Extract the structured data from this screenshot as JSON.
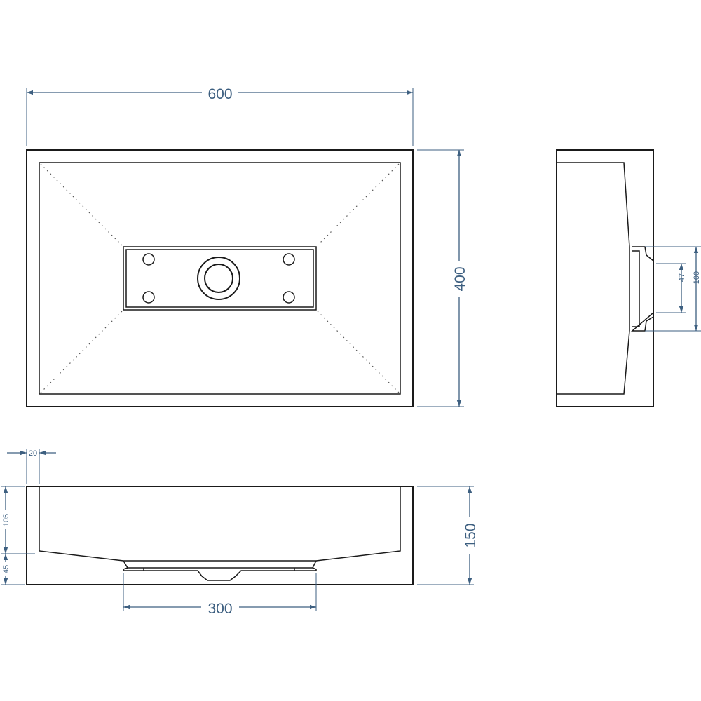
{
  "dimensions": {
    "width": "600",
    "depth": "400",
    "height": "150",
    "rim": "20",
    "bowl_depth": "105",
    "base_height": "45",
    "drain_platform": "300",
    "drain_inner": "47",
    "drain_outer": "100"
  },
  "colors": {
    "outline": "#1a1a1a",
    "dimension": "#3d5f80"
  }
}
